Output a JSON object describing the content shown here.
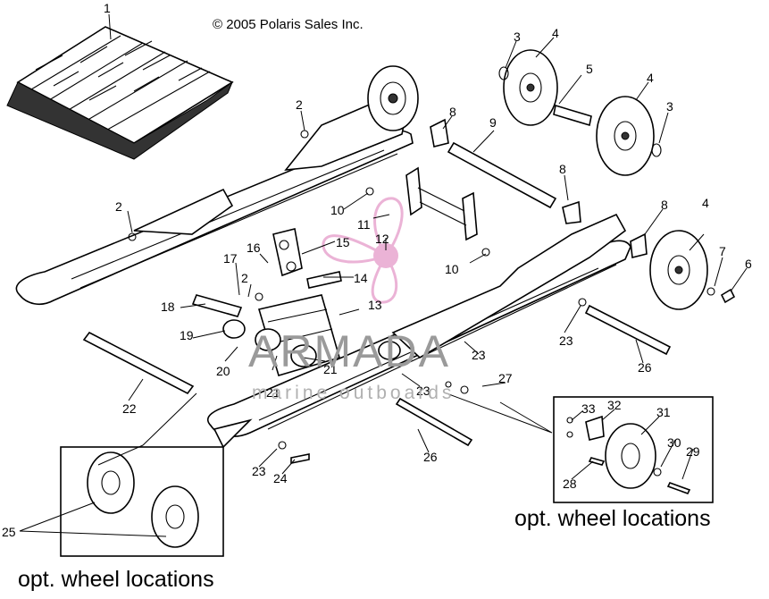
{
  "copyright": "© 2005 Polaris Sales Inc.",
  "watermark": {
    "brand": "ARMADA",
    "tagline": "marine outboards",
    "logo_color": "#e8a6cf"
  },
  "opt_labels": {
    "right": "opt. wheel locations",
    "left": "opt. wheel locations"
  },
  "callouts": [
    "1",
    "2",
    "2",
    "2",
    "3",
    "3",
    "4",
    "4",
    "4",
    "5",
    "6",
    "7",
    "8",
    "8",
    "8",
    "9",
    "10",
    "10",
    "11",
    "12",
    "13",
    "14",
    "15",
    "16",
    "17",
    "18",
    "19",
    "20",
    "21",
    "21",
    "22",
    "23",
    "23",
    "23",
    "23",
    "24",
    "25",
    "26",
    "26",
    "27",
    "28",
    "29",
    "30",
    "31",
    "32",
    "33"
  ]
}
